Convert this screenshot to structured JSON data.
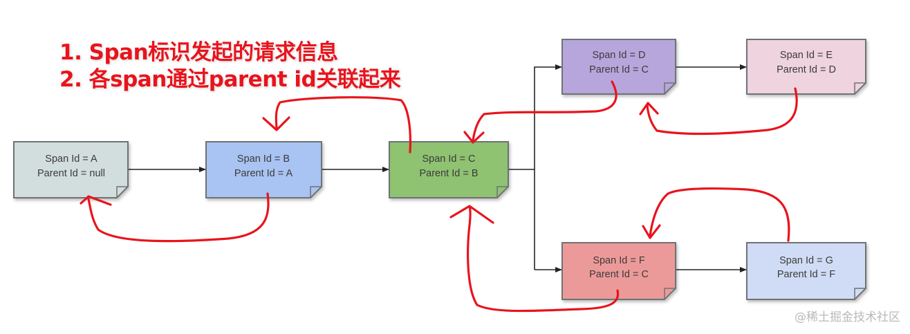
{
  "annotations": {
    "line1": "1. Span标识发起的请求信息",
    "line2": "2. 各span通过parent id关联起来"
  },
  "nodes": {
    "A": {
      "span": "Span Id = A",
      "parent": "Parent Id = null",
      "color": "#d2dede"
    },
    "B": {
      "span": "Span Id = B",
      "parent": "Parent Id = A",
      "color": "#a9c3f2"
    },
    "C": {
      "span": "Span Id = C",
      "parent": "Parent Id = B",
      "color": "#8fc271"
    },
    "D": {
      "span": "Span Id = D",
      "parent": "Parent Id = C",
      "color": "#b7a6dc"
    },
    "E": {
      "span": "Span Id = E",
      "parent": "Parent Id = D",
      "color": "#efd3df"
    },
    "F": {
      "span": "Span Id = F",
      "parent": "Parent Id = C",
      "color": "#ec9a99"
    },
    "G": {
      "span": "Span Id = G",
      "parent": "Parent Id = F",
      "color": "#d0dcf5"
    }
  },
  "colors": {
    "annotation_red": "#e8141c",
    "border": "#6e7275",
    "connector": "#222222"
  },
  "watermark": "@稀土掘金技术社区"
}
